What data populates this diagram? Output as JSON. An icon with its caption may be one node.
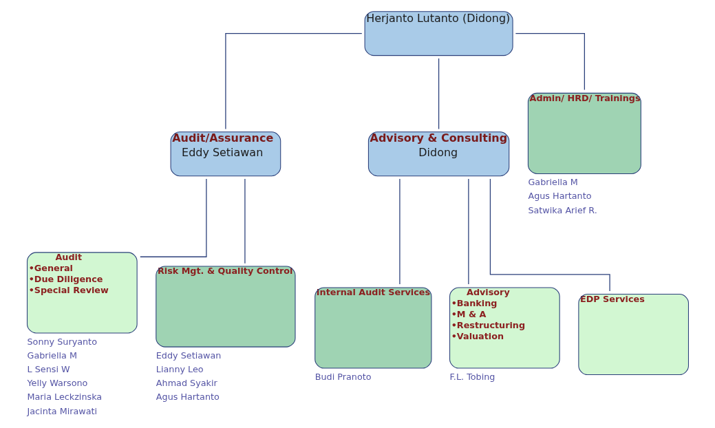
{
  "diagram": {
    "nodes": [
      {
        "text": [
          "Herjanto Lutanto (Didong)"
        ]
      },
      {
        "text": [
          "Audit/Assurance",
          "Eddy Setiawan"
        ]
      },
      {
        "text": [
          "Advisory & Consulting",
          "Didong"
        ]
      },
      {
        "text": [
          "Audit",
          "•General",
          "•Due Diligence",
          "•Special Review"
        ],
        "beside": [
          "Sonny Suryanto",
          "Gabriella M",
          "L Sensi W",
          "Yelly Warsono",
          "Maria Leckzinska",
          "Jacinta Mirawati"
        ]
      },
      {
        "text": [
          "Risk Mgt. & Quality Control"
        ],
        "beside": [
          "Eddy Setiawan",
          "Lianny Leo",
          "Ahmad Syakir",
          "Agus Hartanto"
        ]
      },
      {
        "text": [
          "Admin/ HRD/ Trainings"
        ],
        "beside": [
          "Gabriella M",
          "Agus Hartanto",
          "Satwika Arief R."
        ]
      },
      {
        "text": [
          "Internal Audit Services"
        ],
        "beside": [
          "Budi Pranoto"
        ]
      },
      {
        "text": [
          "Advisory",
          "•Banking",
          "•M & A",
          "•Restructuring",
          "•Valuation"
        ],
        "beside": [
          "F.L. Tobing"
        ]
      },
      {
        "text": [
          "EDP Services"
        ]
      }
    ],
    "edges": [
      {
        "from": 0,
        "to": 1,
        "arrow": "none"
      },
      {
        "from": 0,
        "to": 5,
        "arrow": "none"
      },
      {
        "from": 0,
        "to": 2,
        "arrow": "none"
      },
      {
        "from": 1,
        "to": 3,
        "arrow": "none"
      },
      {
        "from": 1,
        "to": 4,
        "arrow": "none"
      },
      {
        "from": 2,
        "to": 6,
        "arrow": "none"
      },
      {
        "from": 2,
        "to": 7,
        "arrow": "none"
      },
      {
        "from": 2,
        "to": 8,
        "arrow": "none"
      }
    ]
  }
}
